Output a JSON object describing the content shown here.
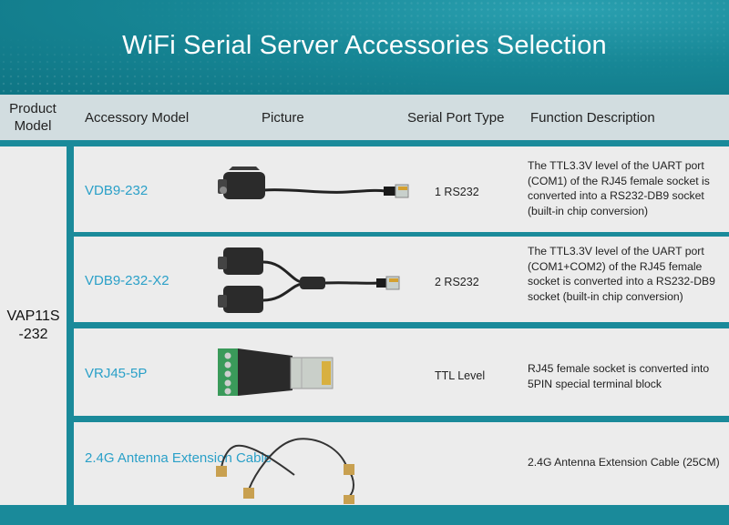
{
  "title": "WiFi Serial Server Accessories Selection",
  "header": {
    "product_model": "Product Model",
    "accessory_model": "Accessory Model",
    "picture": "Picture",
    "serial_port_type": "Serial Port Type",
    "function_description": "Function Description"
  },
  "product_model": "VAP11S -232",
  "rows": [
    {
      "accessory": "VDB9-232",
      "port": "1 RS232",
      "description": "The TTL3.3V level of the UART port (COM1) of the RJ45 female socket is converted into a RS232-DB9 socket (built-in chip conversion)",
      "picture_icon": "db9-cable-icon"
    },
    {
      "accessory": "VDB9-232-X2",
      "port": "2 RS232",
      "description": "The TTL3.3V level of the UART port (COM1+COM2) of the RJ45 female socket is converted into a RS232-DB9 socket (built-in chip conversion)",
      "picture_icon": "dual-db9-cable-icon"
    },
    {
      "accessory": "VRJ45-5P",
      "port": "TTL Level",
      "description": "RJ45 female socket is converted into 5PIN special terminal block",
      "picture_icon": "terminal-block-adapter-icon"
    },
    {
      "accessory": "2.4G Antenna Extension Cable",
      "port": "",
      "description": "2.4G Antenna Extension Cable (25CM)",
      "picture_icon": "antenna-cable-icon"
    }
  ],
  "colors": {
    "teal": "#1a8a9a",
    "header_bg": "#d2dde0",
    "cell_bg": "#ececec",
    "accessory_text": "#2aa0c8"
  }
}
